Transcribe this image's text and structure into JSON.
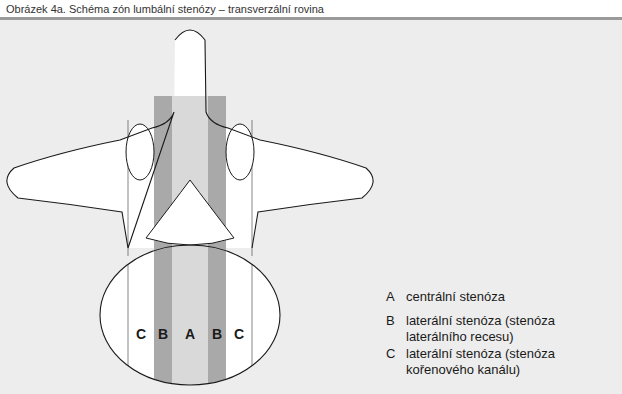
{
  "diagram": {
    "title": "Obrázek 4a. Schéma zón lumbální stenózy – transverzální rovina",
    "labels": [
      "C",
      "B",
      "A",
      "B",
      "C",
      "A",
      "centrální stenóza",
      "B",
      "laterální stenóza (stenóza laterálního recesu)",
      "C",
      "laterální stenóza (stenóza kořenového kanálu)"
    ]
  }
}
